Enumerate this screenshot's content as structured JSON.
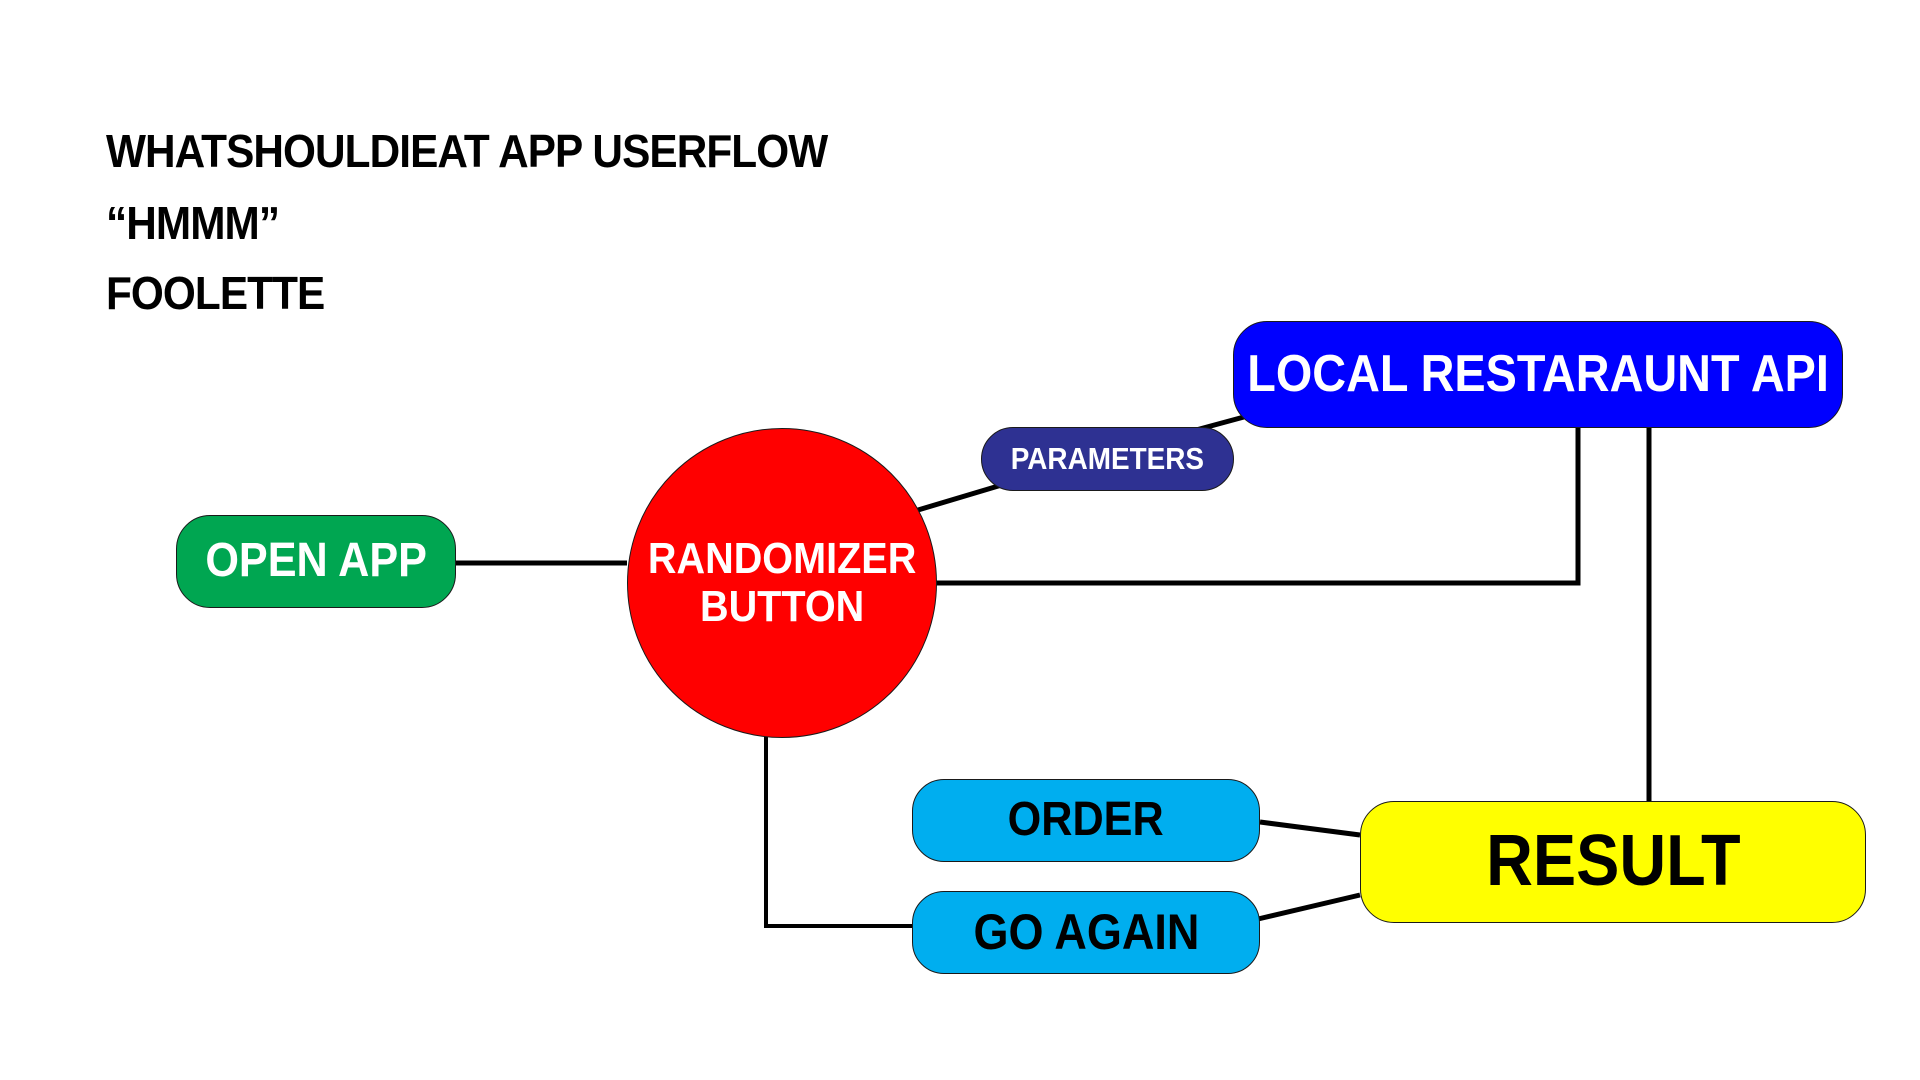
{
  "title": {
    "line1": "WHATSHOULDIEAT APP USERFLOW",
    "line2": "“HMMM”",
    "line3": "FOOLETTE"
  },
  "nodes": {
    "open_app": {
      "label": "OPEN APP",
      "fill": "#00a651",
      "text_color": "#ffffff",
      "shape": "pill"
    },
    "randomizer": {
      "label": "RANDOMIZER BUTTON",
      "fill": "#ff0000",
      "text_color": "#ffffff",
      "shape": "circle"
    },
    "parameters": {
      "label": "PARAMETERS",
      "fill": "#2e3192",
      "text_color": "#ffffff",
      "shape": "pill"
    },
    "api": {
      "label": "LOCAL RESTARAUNT API",
      "fill": "#0000ff",
      "text_color": "#ffffff",
      "shape": "pill"
    },
    "order": {
      "label": "ORDER",
      "fill": "#00aeef",
      "text_color": "#000000",
      "shape": "pill"
    },
    "go_again": {
      "label": "GO AGAIN",
      "fill": "#00aeef",
      "text_color": "#000000",
      "shape": "pill"
    },
    "result": {
      "label": "RESULT",
      "fill": "#ffff00",
      "text_color": "#000000",
      "shape": "pill"
    }
  },
  "edges": [
    {
      "from": "open_app",
      "to": "randomizer"
    },
    {
      "from": "randomizer",
      "to": "parameters"
    },
    {
      "from": "parameters",
      "to": "api"
    },
    {
      "from": "randomizer",
      "to": "api"
    },
    {
      "from": "api",
      "to": "result"
    },
    {
      "from": "order",
      "to": "result"
    },
    {
      "from": "go_again",
      "to": "result"
    },
    {
      "from": "randomizer",
      "to": "go_again"
    }
  ],
  "colors": {
    "line": "#000000",
    "background": "#ffffff"
  }
}
